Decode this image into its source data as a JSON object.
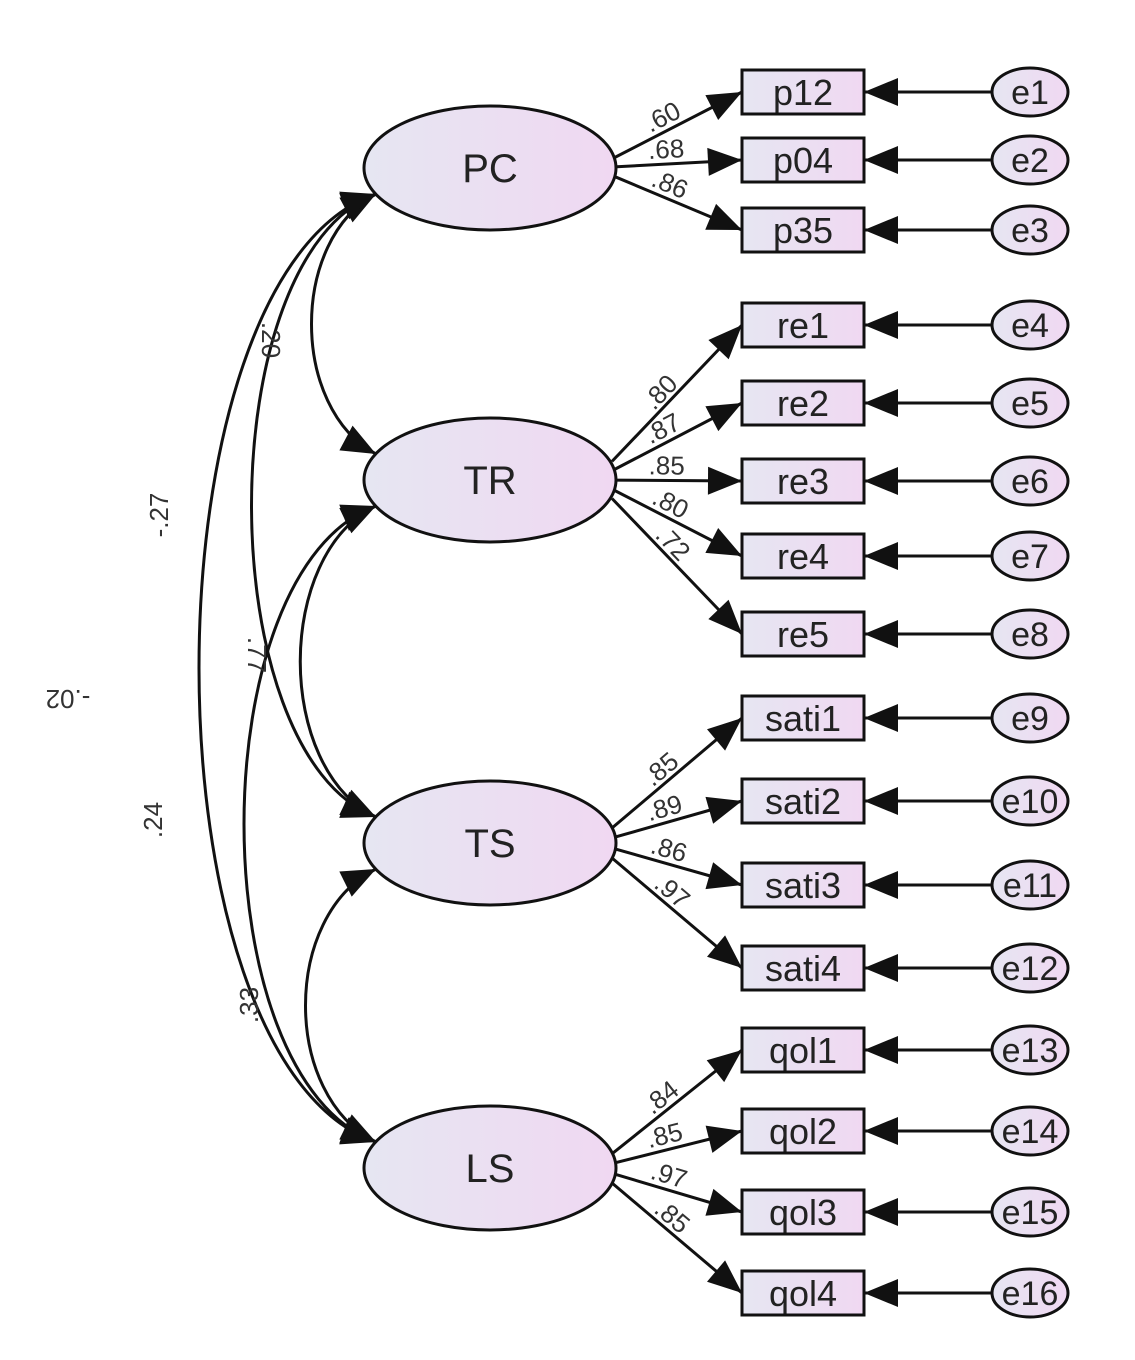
{
  "colors": {
    "node_fill_left": "#e6e6f2",
    "node_fill_right": "#f0d8f2",
    "stroke": "#111111"
  },
  "latents": [
    {
      "id": "PC",
      "label": "PC"
    },
    {
      "id": "TR",
      "label": "TR"
    },
    {
      "id": "TS",
      "label": "TS"
    },
    {
      "id": "LS",
      "label": "LS"
    }
  ],
  "indicators": [
    {
      "label": "p12",
      "latent": "PC",
      "loading": ".60",
      "error": "e1"
    },
    {
      "label": "p04",
      "latent": "PC",
      "loading": ".68",
      "error": "e2"
    },
    {
      "label": "p35",
      "latent": "PC",
      "loading": ".86",
      "error": "e3"
    },
    {
      "label": "re1",
      "latent": "TR",
      "loading": ".80",
      "error": "e4"
    },
    {
      "label": "re2",
      "latent": "TR",
      "loading": ".87",
      "error": "e5"
    },
    {
      "label": "re3",
      "latent": "TR",
      "loading": ".85",
      "error": "e6"
    },
    {
      "label": "re4",
      "latent": "TR",
      "loading": ".80",
      "error": "e7"
    },
    {
      "label": "re5",
      "latent": "TR",
      "loading": ".72",
      "error": "e8"
    },
    {
      "label": "sati1",
      "latent": "TS",
      "loading": ".85",
      "error": "e9"
    },
    {
      "label": "sati2",
      "latent": "TS",
      "loading": ".89",
      "error": "e10"
    },
    {
      "label": "sati3",
      "latent": "TS",
      "loading": ".86",
      "error": "e11"
    },
    {
      "label": "sati4",
      "latent": "TS",
      "loading": ".97",
      "error": "e12"
    },
    {
      "label": "qol1",
      "latent": "LS",
      "loading": ".84",
      "error": "e13"
    },
    {
      "label": "qol2",
      "latent": "LS",
      "loading": ".85",
      "error": "e14"
    },
    {
      "label": "qol3",
      "latent": "LS",
      "loading": ".97",
      "error": "e15"
    },
    {
      "label": "qol4",
      "latent": "LS",
      "loading": ".85",
      "error": "e16"
    }
  ],
  "correlations": [
    {
      "from": "PC",
      "to": "TR",
      "value": ".20"
    },
    {
      "from": "PC",
      "to": "TS",
      "value": "-.27"
    },
    {
      "from": "PC",
      "to": "LS",
      "value": "-.02"
    },
    {
      "from": "TR",
      "to": "TS",
      "value": ".77"
    },
    {
      "from": "TR",
      "to": "LS",
      "value": ".24"
    },
    {
      "from": "TS",
      "to": "LS",
      "value": ".33"
    }
  ]
}
